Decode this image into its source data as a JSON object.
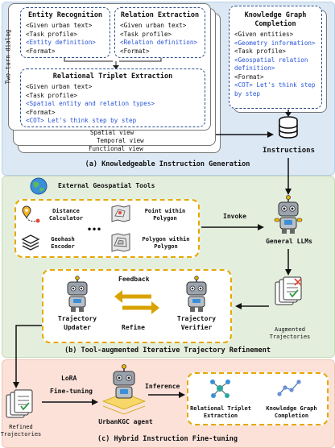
{
  "panel_a": {
    "caption": "(a) Knowledgeable Instruction Generation",
    "side_label": "Two-turn dialog",
    "entity_card": {
      "title": "Entity Recognition",
      "lines": [
        "<Given urban text>",
        "<Task profile>",
        "<Entity definition>",
        "<Format>"
      ]
    },
    "relation_card": {
      "title": "Relation Extraction",
      "lines": [
        "<Given urban text>",
        "<Task profile>",
        "<Relation definition>",
        "<Format>"
      ]
    },
    "triplet_card": {
      "title": "Relational Triplet Extraction",
      "lines": [
        "<Given urban text>",
        "<Task profile>",
        "<Spatial entity and relation types>",
        "<Format>",
        "<COT> Let's think step by step"
      ]
    },
    "kg_card": {
      "title_1": "Knowledge Graph",
      "title_2": "Completion",
      "lines": [
        "<Given entities>",
        "<Geometry information>",
        "<Task profile>",
        "<Geospatial relation",
        "definition>",
        "<Format>",
        "<COT> Let's think step",
        "by step"
      ]
    },
    "views": [
      "Spatial view",
      "Temporal view",
      "Functional view"
    ],
    "instructions_label": "Instructions"
  },
  "panel_b": {
    "caption": "(b) Tool-augmented Iterative Trajectory Refinement",
    "tools_title": "External Geospatial Tools",
    "tools": [
      "Distance",
      "Calculator",
      "Point within",
      "Polygon",
      "Geohash",
      "Encoder",
      "Polygon within",
      "Polygon"
    ],
    "ellipsis": "•••",
    "invoke_label": "Invoke",
    "llm_label": "General LLMs",
    "augmented_1": "Augmented",
    "augmented_2": "Trajectories",
    "feedback_label": "Feedback",
    "refine_label": "Refine",
    "updater_1": "Trajectory",
    "updater_2": "Updater",
    "verifier_1": "Trajectory",
    "verifier_2": "Verifier"
  },
  "panel_c": {
    "caption": "(c) Hybrid Instruction Fine-tuning",
    "refined_1": "Refined",
    "refined_2": "Trajectories",
    "lora_1": "LoRA",
    "lora_2": "Fine-tuning",
    "agent_label": "UrbanKGC agent",
    "inference_label": "Inference",
    "rte_1": "Relational Triplet",
    "rte_2": "Extraction",
    "kgc_1": "Knowledge Graph",
    "kgc_2": "Completion"
  },
  "colors": {
    "accent_blue": "#2a55d8",
    "dash_blue": "#2c4e8a",
    "yellow": "#e5a800",
    "orange_arrow": "#d9a200"
  }
}
